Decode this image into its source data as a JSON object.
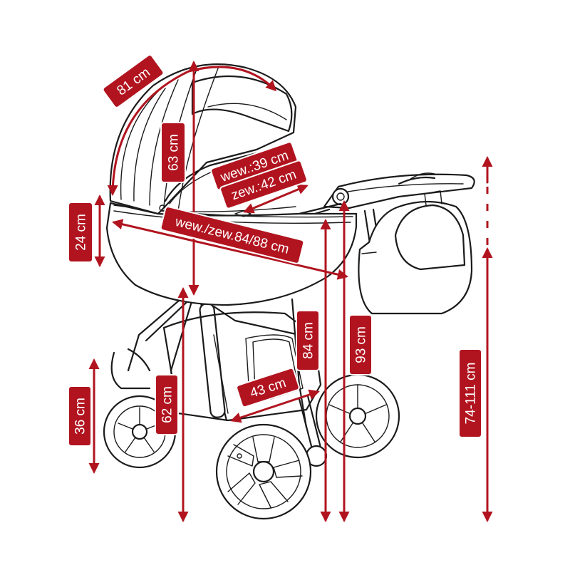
{
  "colors": {
    "accent": "#b1141f",
    "line": "#1b1b1b",
    "background": "#ffffff"
  },
  "dimensions": {
    "hood_arc": "81 cm",
    "hood_height": "63 cm",
    "width_inner_top": "wew.:39 cm",
    "width_outer_top": "zew.:42 cm",
    "side_depth": "24 cm",
    "length_inner_outer": "wew./zew.84/88 cm",
    "handle_low": "84 cm",
    "handle_high": "93 cm",
    "handle_range": "74-111 cm",
    "seat_height": "62 cm",
    "basket_width": "43 cm",
    "wheel_height": "36 cm"
  }
}
